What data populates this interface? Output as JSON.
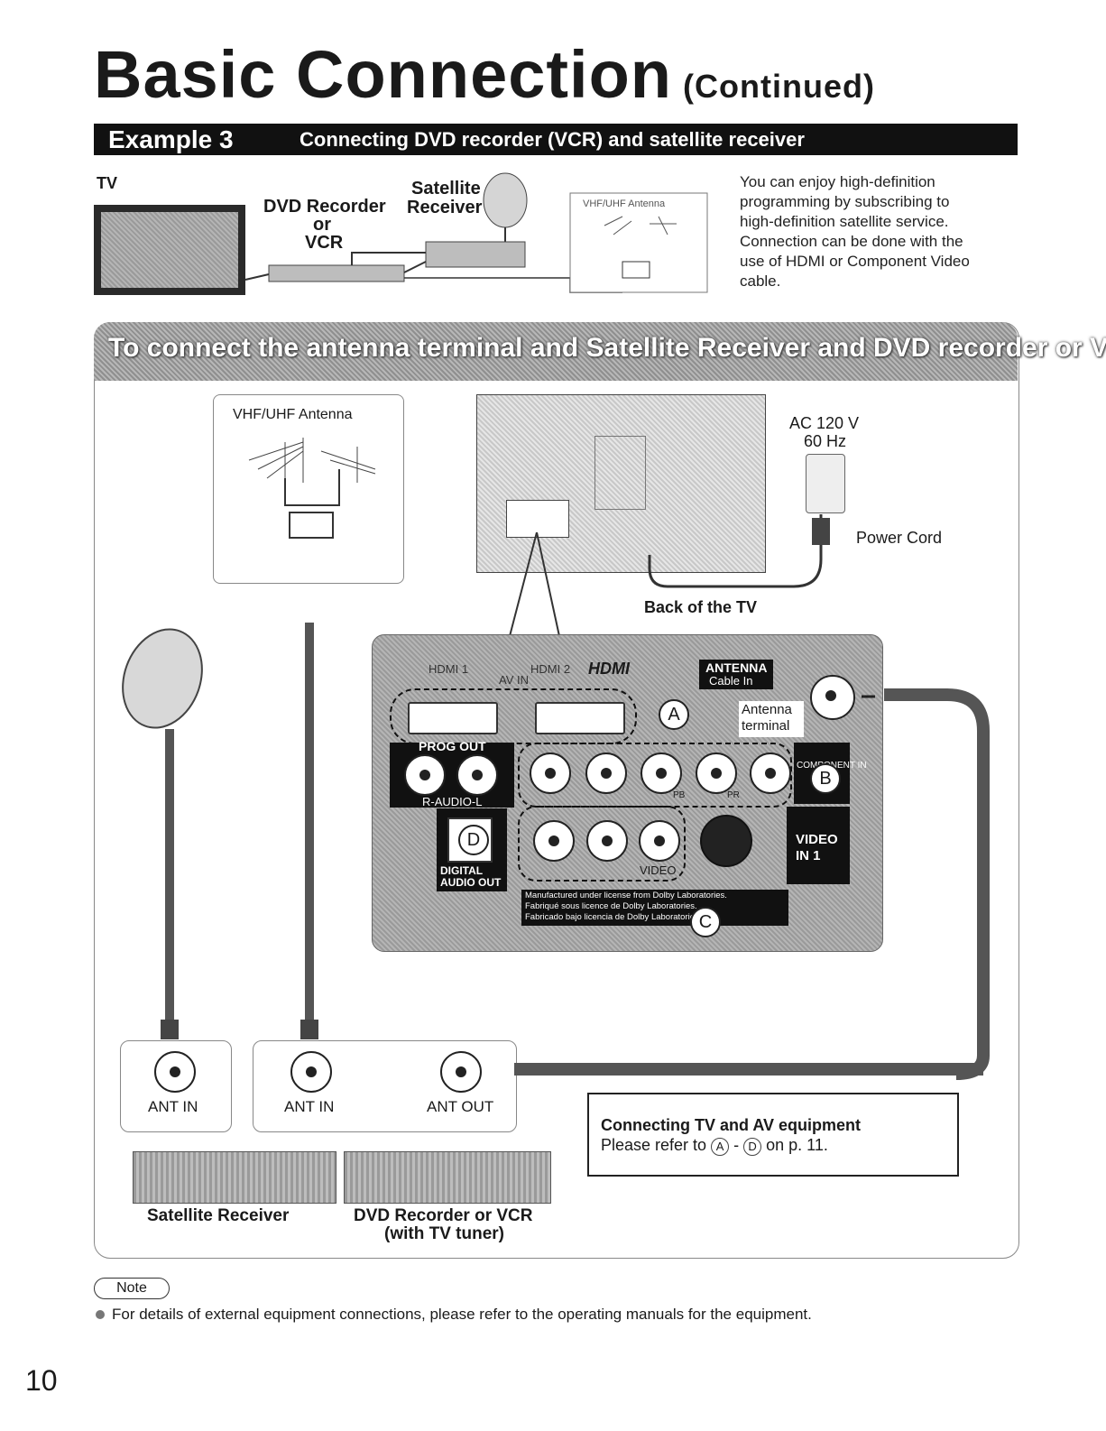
{
  "title": {
    "main": "Basic Connection",
    "sub": "(Continued)"
  },
  "example": {
    "label": "Example 3",
    "description": "Connecting DVD recorder (VCR) and satellite receiver"
  },
  "overview": {
    "tv": "TV",
    "dvd_recorder": "DVD Recorder",
    "or": "or",
    "vcr": "VCR",
    "satellite": "Satellite",
    "receiver": "Receiver",
    "antenna": "VHF/UHF Antenna",
    "intro_lines": [
      "You can enjoy high-definition",
      "programming by subscribing to",
      "high-definition satellite service.",
      "Connection can be done with the",
      "use of HDMI or Component Video",
      "cable."
    ]
  },
  "banner": "To connect the antenna terminal and Satellite Receiver and DVD recorder or VCR",
  "diagram": {
    "antenna_label": "VHF/UHF Antenna",
    "ac_line1": "AC 120 V",
    "ac_line2": "60 Hz",
    "power_cord": "Power Cord",
    "back_of_tv": "Back of the TV",
    "hdmi1": "HDMI 1",
    "hdmi2": "HDMI 2",
    "av_in": "AV IN",
    "hdmi_logo": "HDMI",
    "antenna_title": "ANTENNA",
    "cable_in": "Cable  In",
    "antenna_terminal_1": "Antenna",
    "antenna_terminal_2": "terminal",
    "prog_out": "PROG OUT",
    "r_audio_l": "R-AUDIO-L",
    "digital_1": "DIGITAL",
    "digital_2": "AUDIO OUT",
    "component_label": "COMPONENT IN",
    "pb": "PB",
    "pr": "PR",
    "video_in_1": "VIDEO",
    "video_in_2": "IN 1",
    "video_label": "VIDEO",
    "dolby_1": "Manufactured under license from Dolby Laboratories.",
    "dolby_2": "Fabriqué sous licence de Dolby Laboratories.",
    "dolby_3": "Fabricado bajo licencia de Dolby Laboratories.",
    "callouts": [
      "A",
      "B",
      "C",
      "D"
    ],
    "ant_in_sat": "ANT IN",
    "ant_in_dvd": "ANT IN",
    "ant_out_dvd": "ANT OUT",
    "sat_receiver": "Satellite Receiver",
    "dvd_line1": "DVD Recorder or VCR",
    "dvd_line2": "(with TV tuner)",
    "connect_title": "Connecting TV and AV equipment",
    "connect_prefix": "Please refer to",
    "connect_a": "A",
    "connect_dash": "-",
    "connect_d": "D",
    "connect_suffix": "on p. 11."
  },
  "note": {
    "label": "Note",
    "text": "For details of external equipment connections, please refer to the operating manuals for the equipment."
  },
  "page_number": "10"
}
